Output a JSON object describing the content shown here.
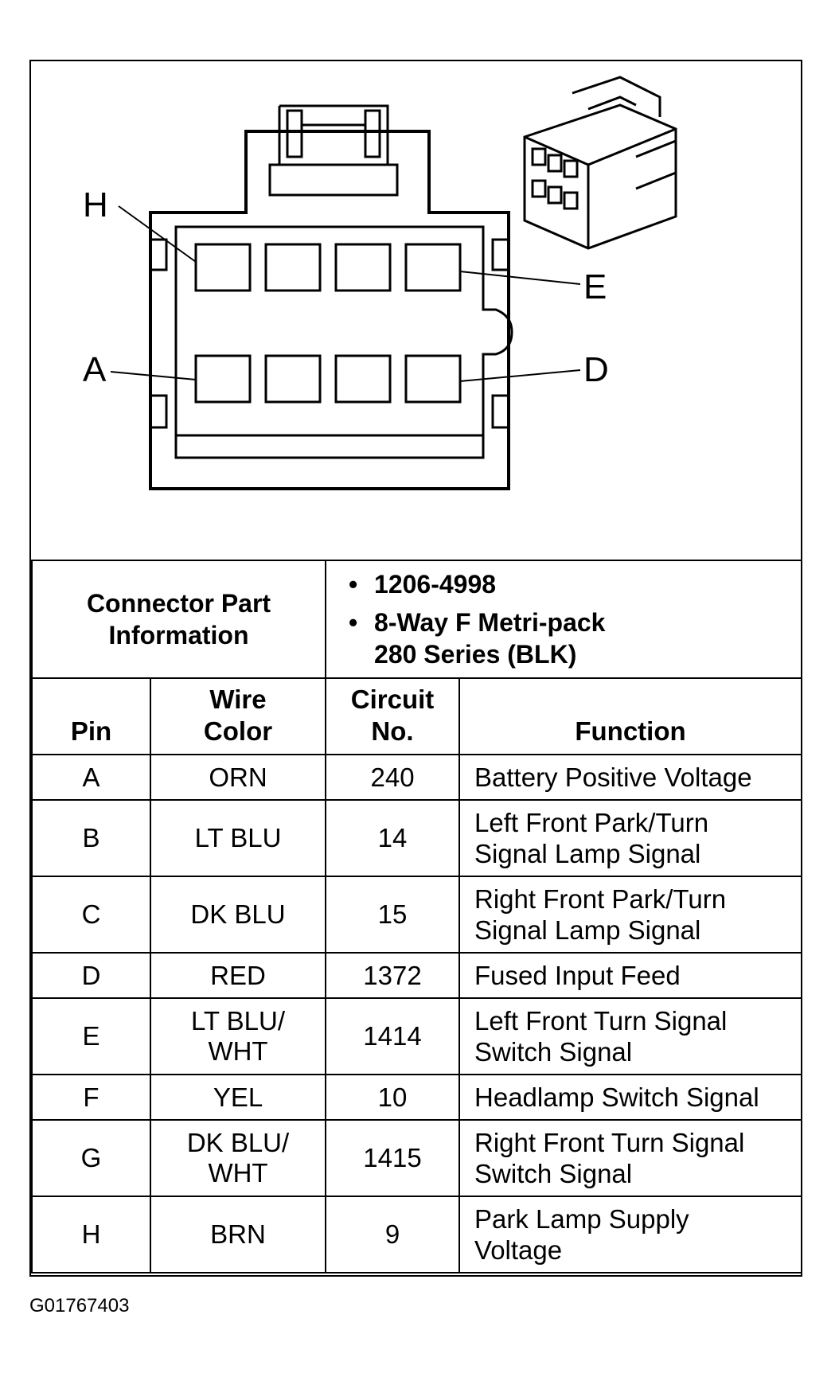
{
  "diagram": {
    "pin_labels": {
      "H": "H",
      "E": "E",
      "A": "A",
      "D": "D"
    }
  },
  "connector_info": {
    "label_line1": "Connector Part",
    "label_line2": "Information",
    "part_number": "1206-4998",
    "description_line1": "8-Way F Metri-pack",
    "description_line2": "280 Series (BLK)",
    "bullet": "•"
  },
  "table": {
    "headers": {
      "pin": "Pin",
      "wire_color_line1": "Wire",
      "wire_color_line2": "Color",
      "circuit_line1": "Circuit",
      "circuit_line2": "No.",
      "function": "Function"
    },
    "rows": [
      {
        "pin": "A",
        "wire": [
          "ORN"
        ],
        "circuit": "240",
        "function": [
          "Battery Positive Voltage"
        ]
      },
      {
        "pin": "B",
        "wire": [
          "LT BLU"
        ],
        "circuit": "14",
        "function": [
          "Left Front Park/Turn",
          "Signal Lamp Signal"
        ]
      },
      {
        "pin": "C",
        "wire": [
          "DK BLU"
        ],
        "circuit": "15",
        "function": [
          "Right Front Park/Turn",
          "Signal Lamp Signal"
        ]
      },
      {
        "pin": "D",
        "wire": [
          "RED"
        ],
        "circuit": "1372",
        "function": [
          "Fused Input Feed"
        ]
      },
      {
        "pin": "E",
        "wire": [
          "LT BLU/",
          "WHT"
        ],
        "circuit": "1414",
        "function": [
          "Left Front Turn Signal",
          "Switch Signal"
        ]
      },
      {
        "pin": "F",
        "wire": [
          "YEL"
        ],
        "circuit": "10",
        "function": [
          "Headlamp Switch Signal"
        ]
      },
      {
        "pin": "G",
        "wire": [
          "DK BLU/",
          "WHT"
        ],
        "circuit": "1415",
        "function": [
          "Right Front Turn Signal",
          "Switch Signal"
        ]
      },
      {
        "pin": "H",
        "wire": [
          "BRN"
        ],
        "circuit": "9",
        "function": [
          "Park Lamp Supply",
          "Voltage"
        ]
      }
    ]
  },
  "figure_id": "G01767403"
}
